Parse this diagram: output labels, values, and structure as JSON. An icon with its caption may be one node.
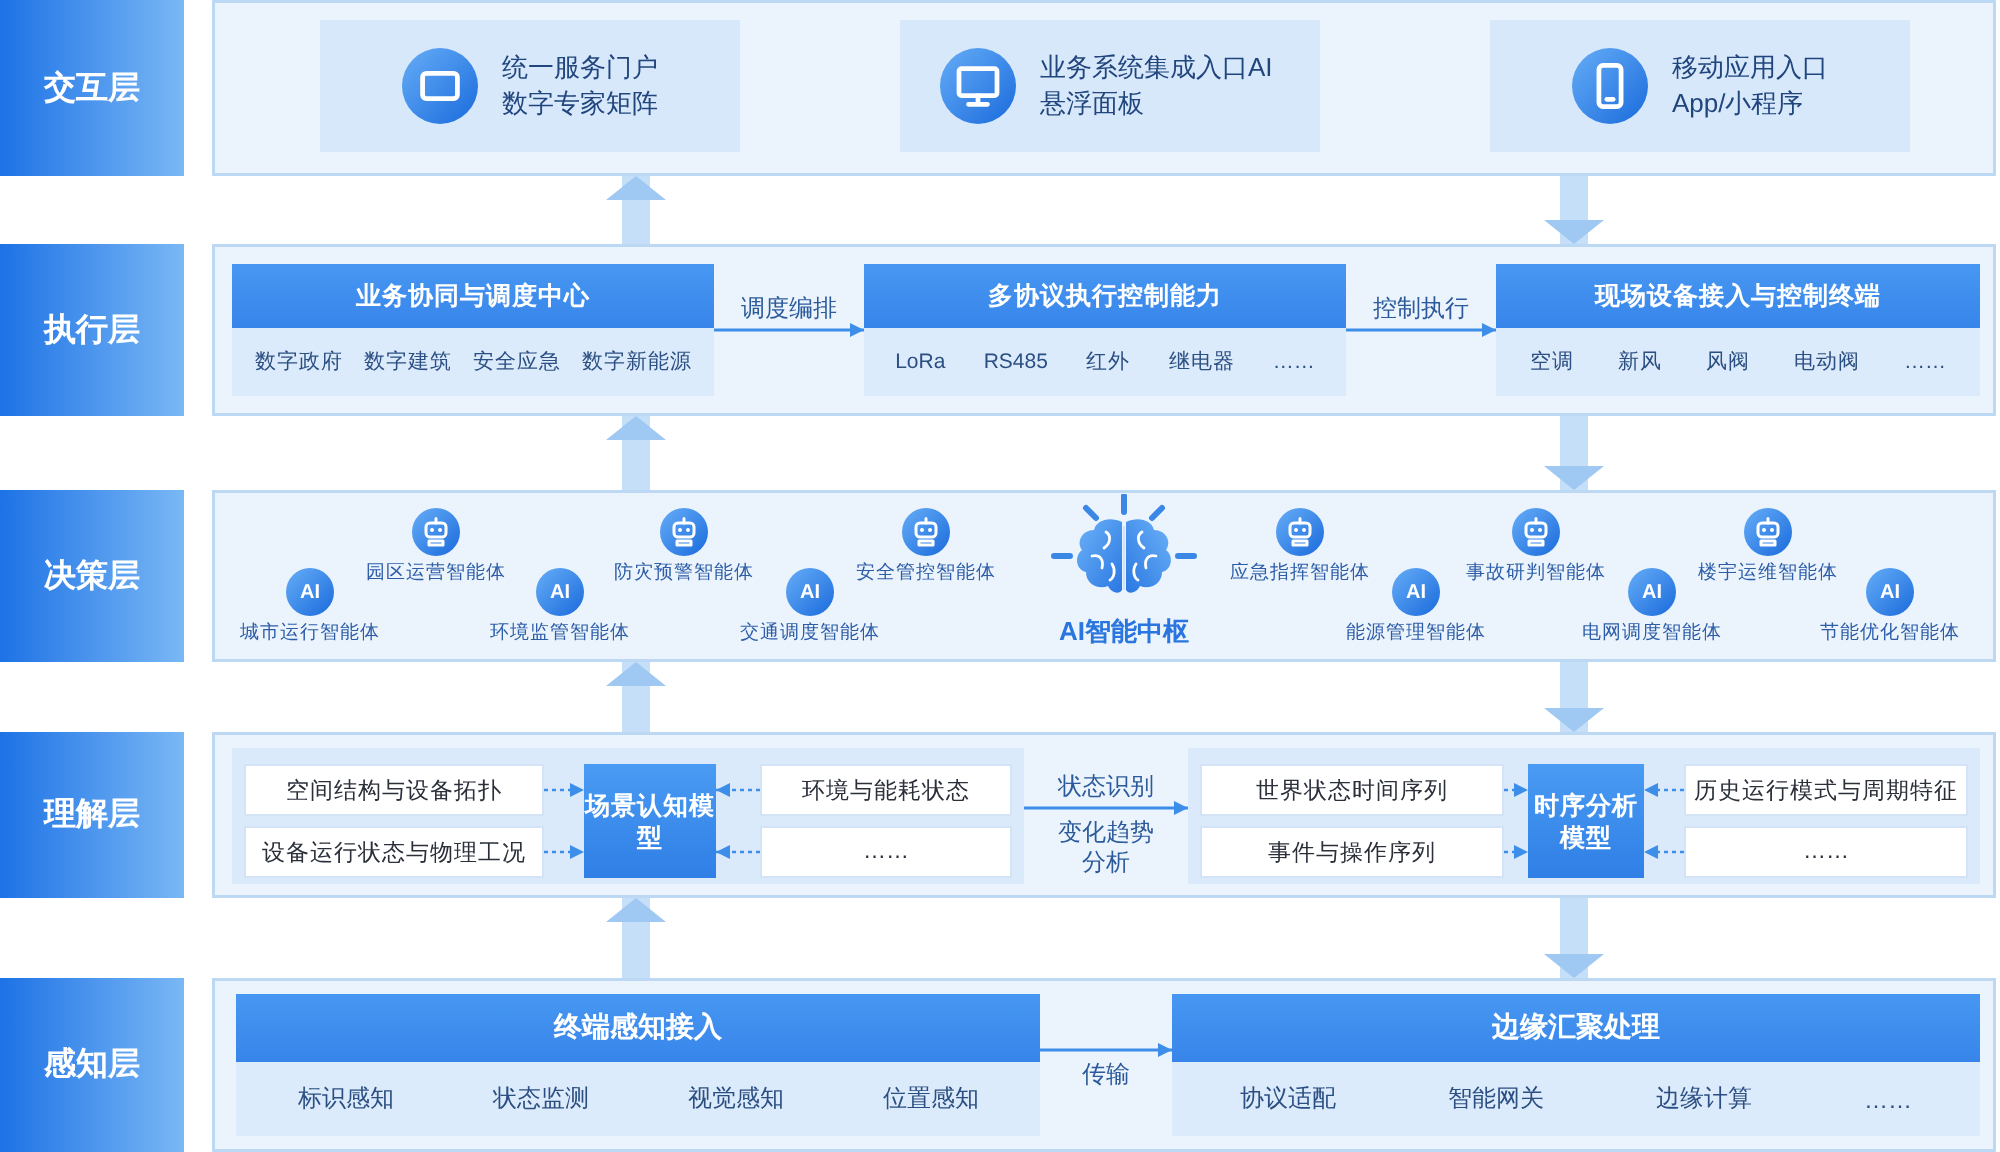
{
  "diagram": {
    "nodes": [
      {
        "text": [
          "交互层"
        ]
      },
      {
        "text": [
          "统一服务门户",
          "数字专家矩阵"
        ],
        "in": 0
      },
      {
        "text": [
          "业务系统集成入口AI悬浮面板"
        ],
        "in": 0
      },
      {
        "text": [
          "移动应用入口",
          "App/小程序"
        ],
        "in": 0
      },
      {
        "text": [
          "执行层"
        ]
      },
      {
        "text": [
          "业务协同与调度中心",
          "数字政府",
          "数字建筑",
          "安全应急",
          "数字新能源"
        ],
        "in": 4
      },
      {
        "text": [
          "多协议执行控制能力",
          "LoRa",
          "RS485",
          "红外",
          "继电器",
          "……"
        ],
        "in": 4
      },
      {
        "text": [
          "现场设备接入与控制终端",
          "空调",
          "新风",
          "风阀",
          "电动阀",
          "……"
        ],
        "in": 4
      },
      {
        "text": [
          "决策层"
        ]
      },
      {
        "text": [
          "AI"
        ],
        "beside": [
          "城市运行智能体"
        ],
        "in": 8
      },
      {
        "text": [],
        "shape": "circle",
        "beside": [
          "园区运营智能体"
        ],
        "in": 8
      },
      {
        "text": [
          "AI"
        ],
        "beside": [
          "环境监管智能体"
        ],
        "in": 8
      },
      {
        "text": [],
        "shape": "circle",
        "beside": [
          "防灾预警智能体"
        ],
        "in": 8
      },
      {
        "text": [
          "AI"
        ],
        "beside": [
          "交通调度智能体"
        ],
        "in": 8
      },
      {
        "text": [],
        "shape": "circle",
        "beside": [
          "安全管控智能体"
        ],
        "in": 8
      },
      {
        "text": [],
        "shape": "circle",
        "beside": [
          "应急指挥智能体"
        ],
        "in": 8
      },
      {
        "text": [
          "AI"
        ],
        "beside": [
          "能源管理智能体"
        ],
        "in": 8
      },
      {
        "text": [],
        "shape": "circle",
        "beside": [
          "事故研判智能体"
        ],
        "in": 8
      },
      {
        "text": [
          "AI"
        ],
        "beside": [
          "电网调度智能体"
        ],
        "in": 8
      },
      {
        "text": [],
        "shape": "circle",
        "beside": [
          "楼宇运维智能体"
        ],
        "in": 8
      },
      {
        "text": [
          "AI"
        ],
        "beside": [
          "节能优化智能体"
        ],
        "in": 8
      },
      {
        "text": [
          "理解层"
        ]
      },
      {
        "text": [],
        "shape": "box",
        "in": 21
      },
      {
        "text": [
          "空间结构与设备拓扑"
        ],
        "in": 22
      },
      {
        "text": [
          "场景认知模型"
        ],
        "in": 22
      },
      {
        "text": [
          "环境与能耗状态"
        ],
        "in": 22
      },
      {
        "text": [
          "设备运行状态与物理工况"
        ],
        "in": 22
      },
      {
        "text": [
          "……"
        ],
        "in": 22
      },
      {
        "text": [],
        "shape": "box",
        "in": 21
      },
      {
        "text": [
          "世界状态时间序列"
        ],
        "in": 28
      },
      {
        "text": [
          "时序分析模型"
        ],
        "in": 28
      },
      {
        "text": [
          "历史运行模式与周期特征"
        ],
        "in": 28
      },
      {
        "text": [
          "事件与操作序列"
        ],
        "in": 28
      },
      {
        "text": [
          "……"
        ],
        "in": 28
      },
      {
        "text": [
          "感知层"
        ]
      },
      {
        "text": [
          "终端感知接入",
          "标识感知",
          "状态监测",
          "视觉感知",
          "位置感知"
        ],
        "in": 34
      },
      {
        "text": [
          "边缘汇聚处理",
          "协议适配",
          "智能网关",
          "边缘计算",
          "……"
        ],
        "in": 34
      }
    ],
    "edges": [
      {
        "from": 4,
        "to": 0,
        "arrow": "to",
        "style": "thick",
        "color": "#9fc9f3"
      },
      {
        "from": 0,
        "to": 4,
        "arrow": "to",
        "style": "thick",
        "color": "#9fc9f3"
      },
      {
        "from": 5,
        "to": 6,
        "arrow": "to",
        "label": "调度编排"
      },
      {
        "from": 6,
        "to": 7,
        "arrow": "to",
        "label": "控制执行"
      },
      {
        "from": 8,
        "to": 4,
        "arrow": "to",
        "style": "thick",
        "color": "#9fc9f3"
      },
      {
        "from": 4,
        "to": 8,
        "arrow": "to",
        "style": "thick",
        "color": "#9fc9f3"
      },
      {
        "from": 21,
        "to": 8,
        "arrow": "to",
        "style": "thick",
        "color": "#9fc9f3"
      },
      {
        "from": 8,
        "to": 21,
        "arrow": "to",
        "style": "thick",
        "color": "#9fc9f3"
      },
      {
        "from": 23,
        "to": 24,
        "arrow": "to",
        "style": "dashed"
      },
      {
        "from": 25,
        "to": 24,
        "arrow": "to",
        "style": "dashed"
      },
      {
        "from": 26,
        "to": 24,
        "arrow": "to",
        "style": "dashed"
      },
      {
        "from": 27,
        "to": 24,
        "arrow": "to",
        "style": "dashed"
      },
      {
        "from": 22,
        "to": 28,
        "arrow": "to",
        "label": "状态识别"
      },
      {
        "from": 29,
        "to": 30,
        "arrow": "to",
        "style": "dashed"
      },
      {
        "from": 31,
        "to": 30,
        "arrow": "to",
        "style": "dashed"
      },
      {
        "from": 32,
        "to": 30,
        "arrow": "to",
        "style": "dashed"
      },
      {
        "from": 33,
        "to": 30,
        "arrow": "to",
        "style": "dashed"
      },
      {
        "from": 34,
        "to": 21,
        "arrow": "to",
        "style": "thick",
        "color": "#9fc9f3"
      },
      {
        "from": 21,
        "to": 34,
        "arrow": "to",
        "style": "thick",
        "color": "#9fc9f3"
      },
      {
        "from": 35,
        "to": 36,
        "arrow": "to",
        "label": "传输"
      }
    ],
    "labels": [
      "AI智能中枢",
      "变化趋势分析"
    ]
  }
}
